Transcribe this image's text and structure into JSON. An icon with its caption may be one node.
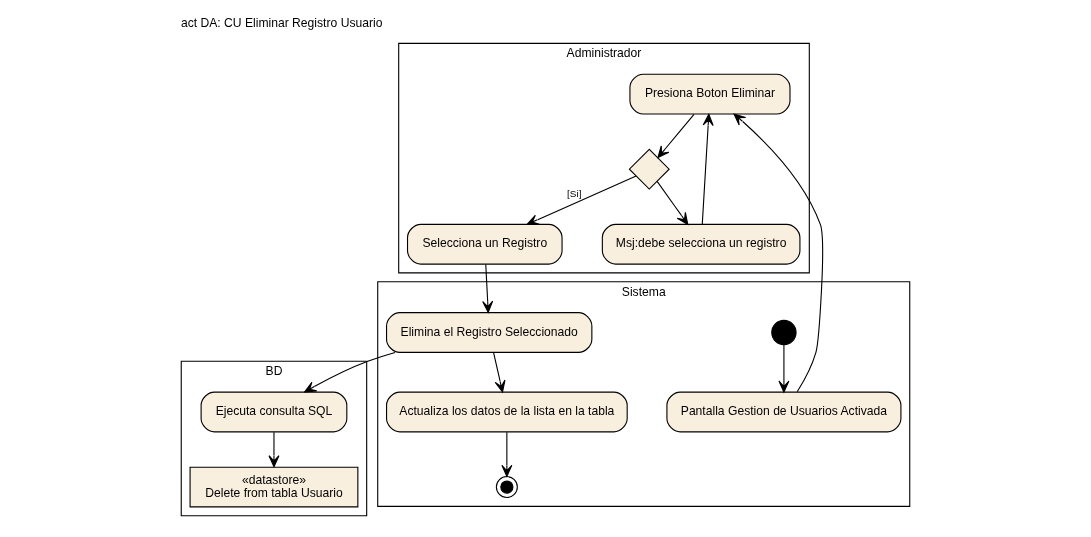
{
  "diagram": {
    "title": "act DA: CU Eliminar Registro Usuario",
    "nodes": [
      {
        "text": [
          "Administrador"
        ]
      },
      {
        "text": [
          "Sistema"
        ]
      },
      {
        "text": [
          "BD"
        ]
      },
      {
        "text": [],
        "shape": "circle",
        "in": 1
      },
      {
        "text": [
          "Presiona Boton Eliminar"
        ],
        "in": 0
      },
      {
        "text": [
          "Pantalla Gestion de Usuarios Activada"
        ],
        "in": 1
      },
      {
        "text": [
          "«datastore»",
          "Delete from tabla Usuario"
        ],
        "in": 2
      },
      {
        "text": [],
        "shape": "diamond",
        "in": 0
      },
      {
        "text": [
          "Selecciona un Registro"
        ],
        "in": 0
      },
      {
        "text": [
          "Elimina el Registro Seleccionado"
        ],
        "in": 1
      },
      {
        "text": [
          "Ejecuta consulta SQL"
        ],
        "in": 2
      },
      {
        "text": [
          "Msj:debe selecciona un registro"
        ],
        "in": 0
      },
      {
        "text": [
          "Actualiza los datos de la lista en la tabla"
        ],
        "in": 1
      },
      {
        "text": [],
        "shape": "circle",
        "in": 1
      }
    ],
    "edges": [
      {
        "from": 3,
        "to": 5,
        "arrow": "to"
      },
      {
        "from": 5,
        "to": 4,
        "arrow": "to"
      },
      {
        "from": 4,
        "to": 7,
        "arrow": "to"
      },
      {
        "from": 7,
        "to": 8,
        "arrow": "to",
        "label": "[Si]"
      },
      {
        "from": 7,
        "to": 11,
        "arrow": "to"
      },
      {
        "from": 11,
        "to": 4,
        "arrow": "to"
      },
      {
        "from": 8,
        "to": 9,
        "arrow": "to"
      },
      {
        "from": 9,
        "to": 10,
        "arrow": "to"
      },
      {
        "from": 10,
        "to": 6,
        "arrow": "to"
      },
      {
        "from": 9,
        "to": 12,
        "arrow": "to"
      },
      {
        "from": 12,
        "to": 13,
        "arrow": "to"
      }
    ]
  }
}
